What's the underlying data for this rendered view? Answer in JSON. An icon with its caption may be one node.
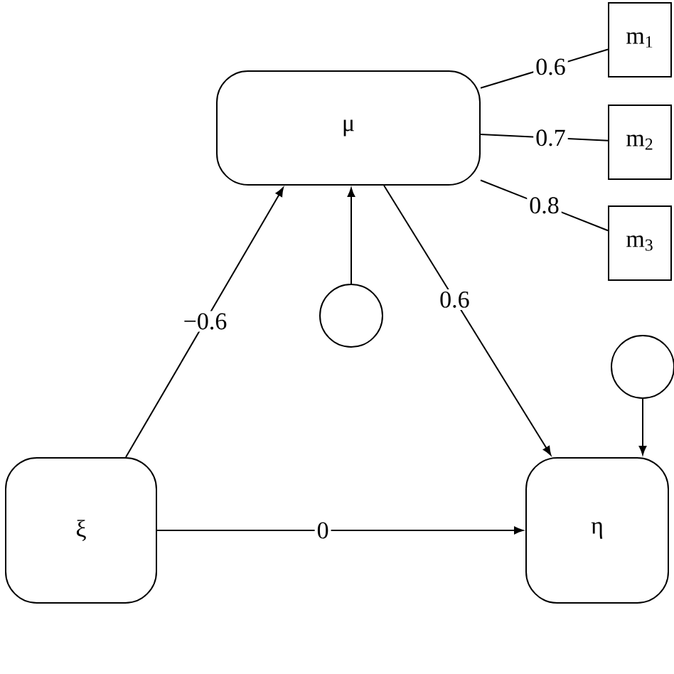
{
  "diagram": {
    "nodes": [
      {
        "text": [
          "μ"
        ]
      },
      {
        "text": [
          "m$_{1}$"
        ]
      },
      {
        "text": [
          "m$_{2}$"
        ]
      },
      {
        "text": [
          "m$_{3}$"
        ]
      },
      {
        "text": [],
        "shape": "circle"
      },
      {
        "text": [
          "ξ"
        ]
      },
      {
        "text": [],
        "shape": "circle"
      },
      {
        "text": [
          "η"
        ]
      }
    ],
    "edges": [
      {
        "from": 0,
        "to": 1,
        "arrow": "none",
        "label": "0.6"
      },
      {
        "from": 0,
        "to": 2,
        "arrow": "none",
        "label": "0.7"
      },
      {
        "from": 0,
        "to": 3,
        "arrow": "none",
        "label": "0.8"
      },
      {
        "from": 5,
        "to": 0,
        "arrow": "to",
        "label": "−0.6"
      },
      {
        "from": 4,
        "to": 0,
        "arrow": "to"
      },
      {
        "from": 0,
        "to": 7,
        "arrow": "to",
        "label": "0.6"
      },
      {
        "from": 6,
        "to": 7,
        "arrow": "to"
      },
      {
        "from": 5,
        "to": 7,
        "arrow": "to",
        "label": "0"
      }
    ]
  }
}
